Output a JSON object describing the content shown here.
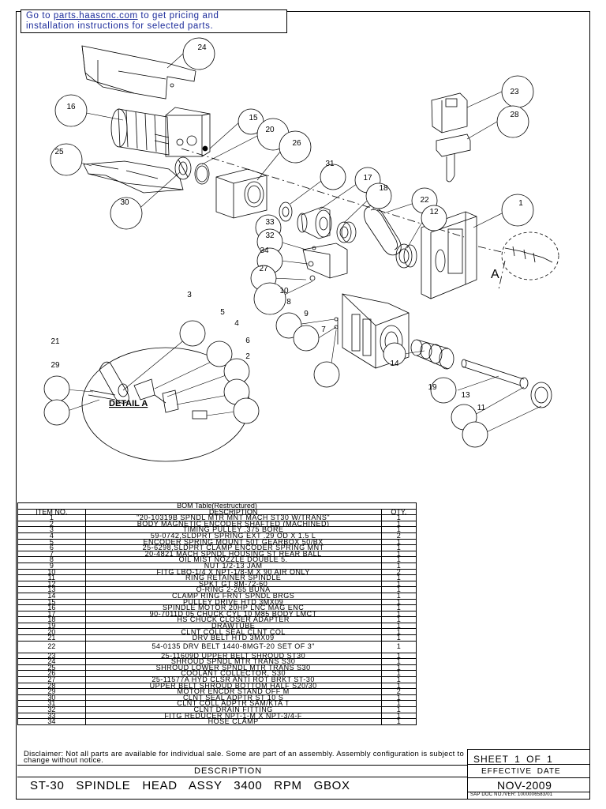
{
  "header": {
    "line1_prefix": "Go to ",
    "line1_link": "parts.haascnc.com",
    "line1_suffix": " to get pricing and",
    "line2": "installation instructions for selected parts."
  },
  "drawing": {
    "callouts": [
      "24",
      "23",
      "28",
      "16",
      "15",
      "20",
      "26",
      "25",
      "30",
      "31",
      "17",
      "18",
      "22",
      "12",
      "1",
      "33",
      "32",
      "34",
      "27",
      "10",
      "8",
      "3",
      "5",
      "4",
      "6",
      "2",
      "9",
      "7",
      "21",
      "29",
      "14",
      "19",
      "13",
      "11"
    ],
    "view_label": "A",
    "detail_label": "DETAIL A"
  },
  "bom": {
    "title": "BOM Table(Restructured)",
    "headers": [
      "ITEM NO.",
      "DESCRIPTION",
      "QTY."
    ],
    "rows": [
      {
        "item": "1",
        "desc": "\"20-10319B SPNDL MTR MNT MACH ST30 W/TRANS\"",
        "qty": "1"
      },
      {
        "item": "2",
        "desc": "BODY MAGNETIC ENCODER SHAFTED (MACHINED)",
        "qty": "1"
      },
      {
        "item": "3",
        "desc": "TIMING PULLEY .375 BORE",
        "qty": "1"
      },
      {
        "item": "4",
        "desc": "59-0742,SLDPRT SPRING EXT .29 OD X 1.5 L",
        "qty": "2"
      },
      {
        "item": "5",
        "desc": "ENCODER SPRING MOUNT 50T GEARBOX 50/BX",
        "qty": "1"
      },
      {
        "item": "6",
        "desc": "25-6298,SLDPRT CLAMP ENCODER SPRING MNT",
        "qty": "1"
      },
      {
        "item": "7",
        "desc": "20-4821 MACH SPNDL HOUSING ST REAR BALL",
        "qty": "1"
      },
      {
        "item": "8",
        "desc": "OIL MIST NOZZLE DOUBLE 5.",
        "qty": "1"
      },
      {
        "item": "9",
        "desc": "NUT 1/2-13 JAM",
        "qty": "1"
      },
      {
        "item": "10",
        "desc": "FITG LBO-1/4 X NPT-1/8-M X 90 AIR ONLY",
        "qty": "2"
      },
      {
        "item": "11",
        "desc": "RING RETAINER SPINDLE",
        "qty": "1"
      },
      {
        "item": "12",
        "desc": "SPKT GT 8M-72-60",
        "qty": "1"
      },
      {
        "item": "13",
        "desc": "O-RING 2-265 BUNA",
        "qty": "1"
      },
      {
        "item": "14",
        "desc": "CLAMP RING FRNT SPNDL BRGS",
        "qty": "1"
      },
      {
        "item": "15",
        "desc": "PULLEY DRIVE HTD 3MX09",
        "qty": "1"
      },
      {
        "item": "16",
        "desc": "SPINDLE MOTOR 20HP LNC MAG ENC",
        "qty": "1"
      },
      {
        "item": "17",
        "desc": "90-7011D 05 CHUCK CYL 10 M85 BODY LMCT",
        "qty": "1"
      },
      {
        "item": "18",
        "desc": "HS CHUCK CLOSER ADAPTER",
        "qty": "1"
      },
      {
        "item": "19",
        "desc": "DRAWTUBE",
        "qty": "1"
      },
      {
        "item": "20",
        "desc": "CLNT COLL SEAL CLNT COL",
        "qty": "1"
      },
      {
        "item": "21",
        "desc": "DRV BELT HTD 3MX09",
        "qty": "1"
      },
      {
        "item": "22",
        "desc": "54-0135 DRV BELT 1440-8MGT-20 SET OF 3\"",
        "qty": "1",
        "tall": true
      },
      {
        "item": "23",
        "desc": "25-11609D UPPER BELT SHROUD ST30",
        "qty": "1"
      },
      {
        "item": "24",
        "desc": "SHROUD SPNDL MTR TRANS S30",
        "qty": "1"
      },
      {
        "item": "25",
        "desc": "SHROUD LOWER SPNDL MTR TRANS S30",
        "qty": "1"
      },
      {
        "item": "26",
        "desc": "COOLANT COLLECTOR, S30",
        "qty": "1"
      },
      {
        "item": "27",
        "desc": "25-11577A HYD CLSR ANTI ROT BRKT ST-30",
        "qty": "1"
      },
      {
        "item": "28",
        "desc": "UPPER BELT SHROUD BOTTOM HALF S20/30",
        "qty": "1"
      },
      {
        "item": "29",
        "desc": "MOTOR ENCDR STAND OFF M",
        "qty": "2"
      },
      {
        "item": "30",
        "desc": "CLNT SEAL ADPTR ST 10 S",
        "qty": "1"
      },
      {
        "item": "31",
        "desc": "CLNT COLL ADPTR SAM/KTA T",
        "qty": "1"
      },
      {
        "item": "32",
        "desc": "CLNT DRAIN FITTING",
        "qty": "1"
      },
      {
        "item": "33",
        "desc": "FITG REDUCER NPT-1-M X NPT-3/4-F",
        "qty": "1"
      },
      {
        "item": "34",
        "desc": "HOSE CLAMP",
        "qty": "1"
      }
    ]
  },
  "footer": {
    "disclaimer": "Disclaimer: Not all parts are available for individual sale. Some are part of an assembly. Assembly configuration is subject to change without notice.",
    "description_label": "DESCRIPTION",
    "description": "ST-30 SPINDLE HEAD ASSY 3400 RPM GBOX",
    "sheet": "SHEET 1 OF 1",
    "effective_label": "EFFECTIVE DATE",
    "effective_date": "NOV-2009",
    "sap": "SAP DOC NO./VER: 1000006583/01"
  }
}
